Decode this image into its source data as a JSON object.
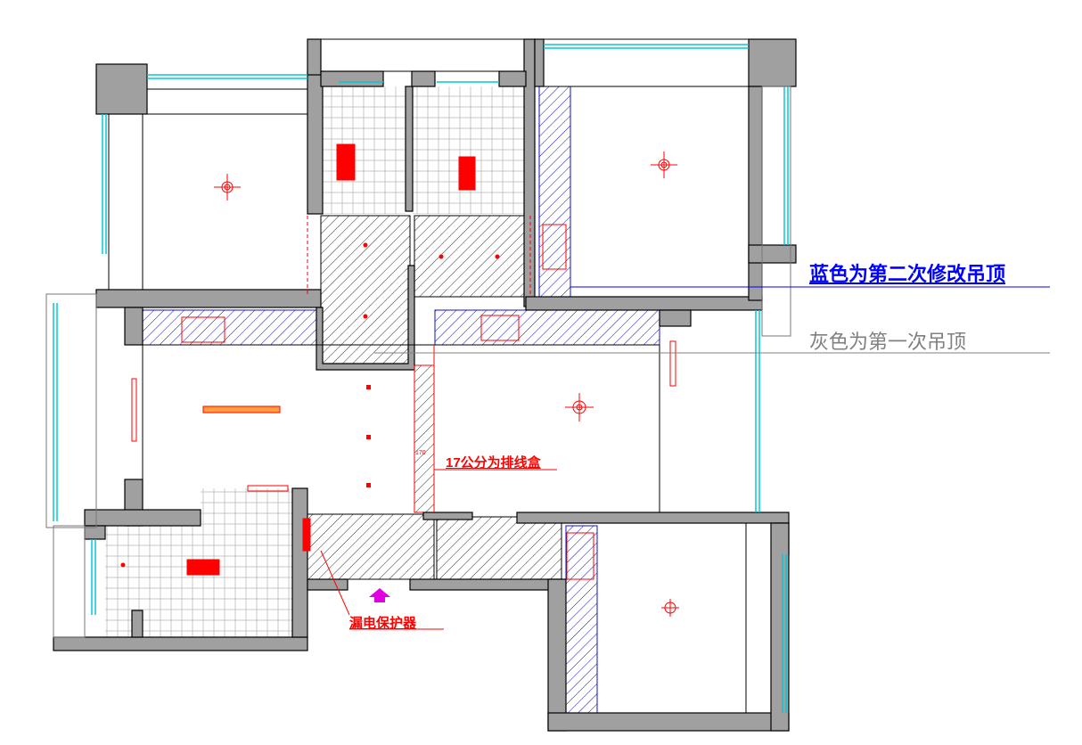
{
  "legend": {
    "blue_label": "蓝色为第二次修改吊顶",
    "gray_label": "灰色为第一次吊顶"
  },
  "annotations": {
    "wiring_box": "17公分为排线盒",
    "dimension_small": "170",
    "leakage_protector": "漏电保护器"
  },
  "colors": {
    "wall": "#a0a0a0",
    "blue_ceiling": "#0000cc",
    "gray_ceiling": "#404040",
    "window": "#00c8d8",
    "fixture": "#ff0000",
    "entry_arrow": "#e000e0"
  }
}
